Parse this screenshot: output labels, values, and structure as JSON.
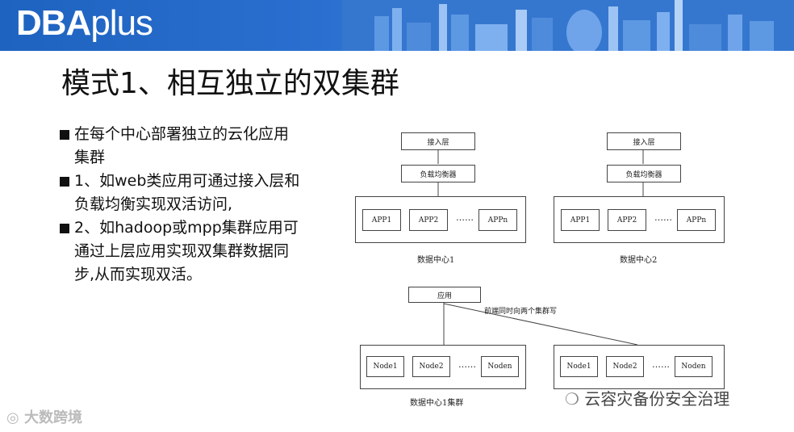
{
  "header": {
    "logo_bold": "DBA",
    "logo_light": "plus"
  },
  "slide": {
    "title": "模式1、相互独立的双集群",
    "bullets": [
      "在每个中心部署独立的云化应用集群",
      "1、如web类应用可通过接入层和负载均衡实现双活访问,",
      "2、如hadoop或mpp集群应用可通过上层应用实现双集群数据同步,从而实现双活。"
    ]
  },
  "diagram": {
    "dc1": {
      "access": "接入层",
      "lb": "负载均衡器",
      "apps": [
        "APP1",
        "APP2",
        "APPn"
      ],
      "dots": "……",
      "caption": "数据中心1"
    },
    "dc2": {
      "access": "接入层",
      "lb": "负载均衡器",
      "apps": [
        "APP1",
        "APP2",
        "APPn"
      ],
      "dots": "……",
      "caption": "数据中心2"
    },
    "app_box": "应用",
    "write_label": "前端同时向两个集群写",
    "cluster1": {
      "nodes": [
        "Node1",
        "Node2",
        "Noden"
      ],
      "dots": "……",
      "caption": "数据中心1集群"
    },
    "cluster2": {
      "nodes": [
        "Node1",
        "Node2",
        "Noden"
      ],
      "dots": "……"
    }
  },
  "watermarks": {
    "left": "大数跨境",
    "right": "云容灾备份安全治理"
  }
}
